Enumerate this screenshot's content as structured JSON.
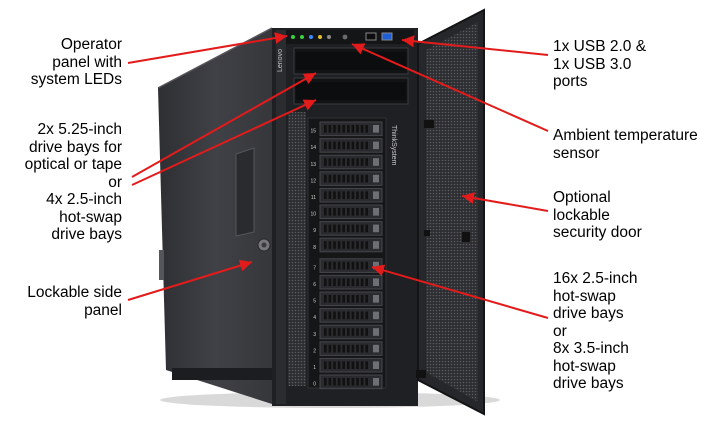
{
  "callouts": {
    "operator_panel": [
      "Operator",
      "panel with",
      "system LEDs"
    ],
    "drive_bays_525": [
      "2x 5.25-inch",
      "drive bays for",
      "optical or tape",
      "or",
      "4x 2.5-inch",
      "hot-swap",
      "drive bays"
    ],
    "side_panel": [
      "Lockable side",
      "panel"
    ],
    "usb_ports": [
      "1x USB 2.0 &",
      "1x USB 3.0",
      "ports"
    ],
    "temp_sensor": [
      "Ambient temperature",
      "sensor"
    ],
    "security_door": [
      "Optional",
      "lockable",
      "security door"
    ],
    "hot_swap_bays": [
      "16x 2.5-inch",
      "hot-swap",
      "drive bays",
      "or",
      "8x 3.5-inch",
      "hot-swap",
      "drive bays"
    ]
  },
  "server": {
    "brand_label": "Lenovo",
    "model_label": "ThinkSystem",
    "bay_numbers": [
      "15",
      "14",
      "13",
      "12",
      "11",
      "10",
      "9",
      "8",
      "7",
      "6",
      "5",
      "4",
      "3",
      "2",
      "1",
      "0"
    ]
  },
  "colors": {
    "arrow": "#e31b1b",
    "chassis_side": "#3b3c40",
    "chassis_front": "#1f2023",
    "door_mesh": "#4a4b4f"
  }
}
